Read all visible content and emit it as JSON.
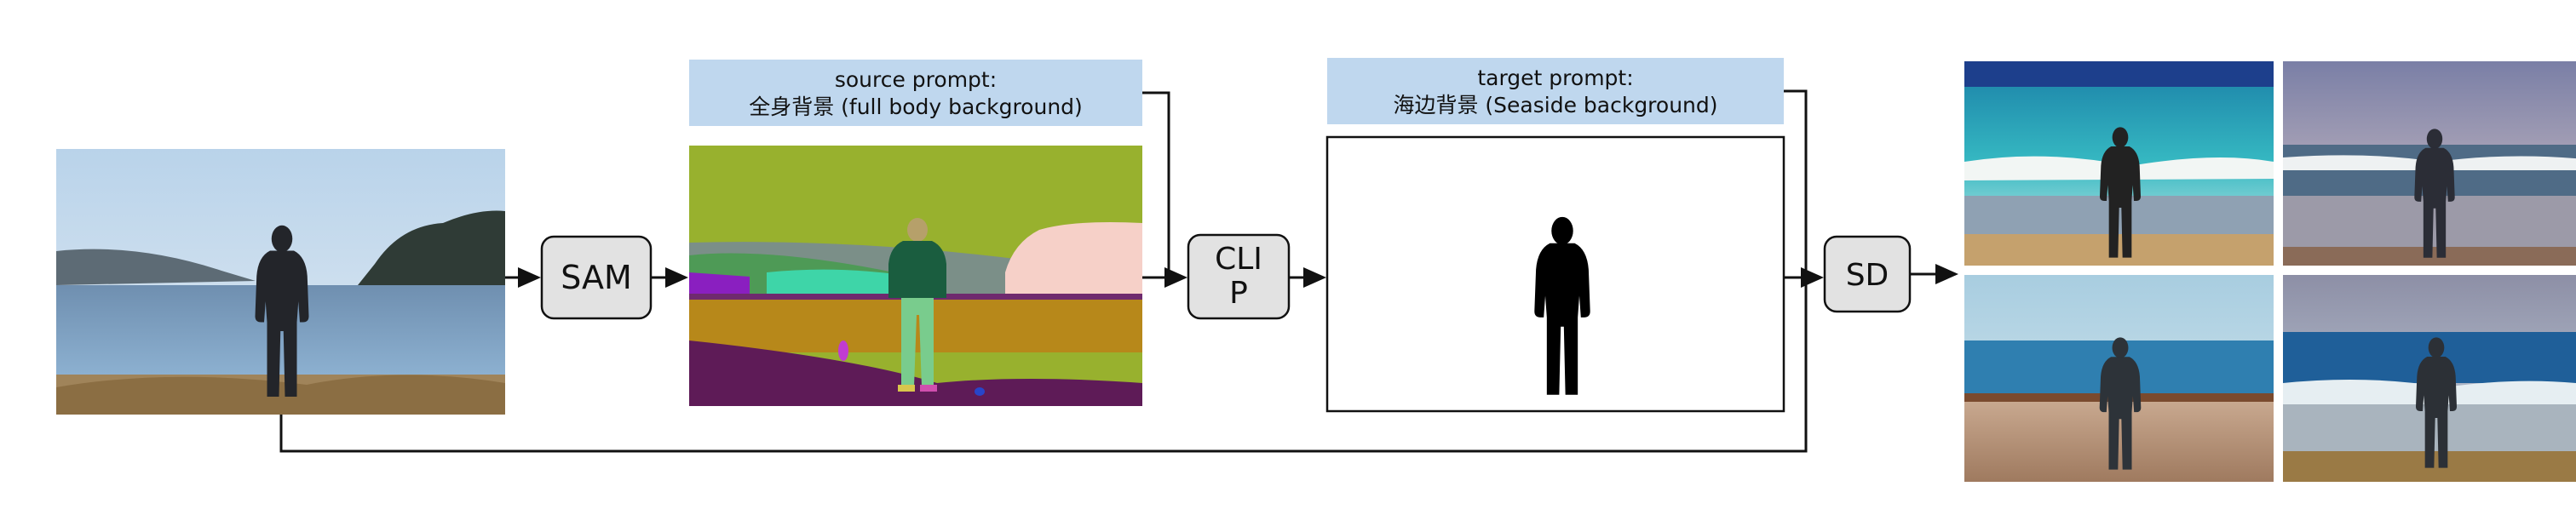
{
  "source_prompt": {
    "line1": "source prompt:",
    "line2": "全身背景 (full body background)"
  },
  "target_prompt": {
    "line1": "target prompt:",
    "line2": "海边背景 (Seaside background)"
  },
  "blocks": {
    "sam": "SAM",
    "clip_line1": "CLI",
    "clip_line2": "P",
    "sd": "SD"
  },
  "colors": {
    "prompt_box": "#bfd7ee",
    "block_fill": "#e2e2e2",
    "line": "#111111"
  }
}
